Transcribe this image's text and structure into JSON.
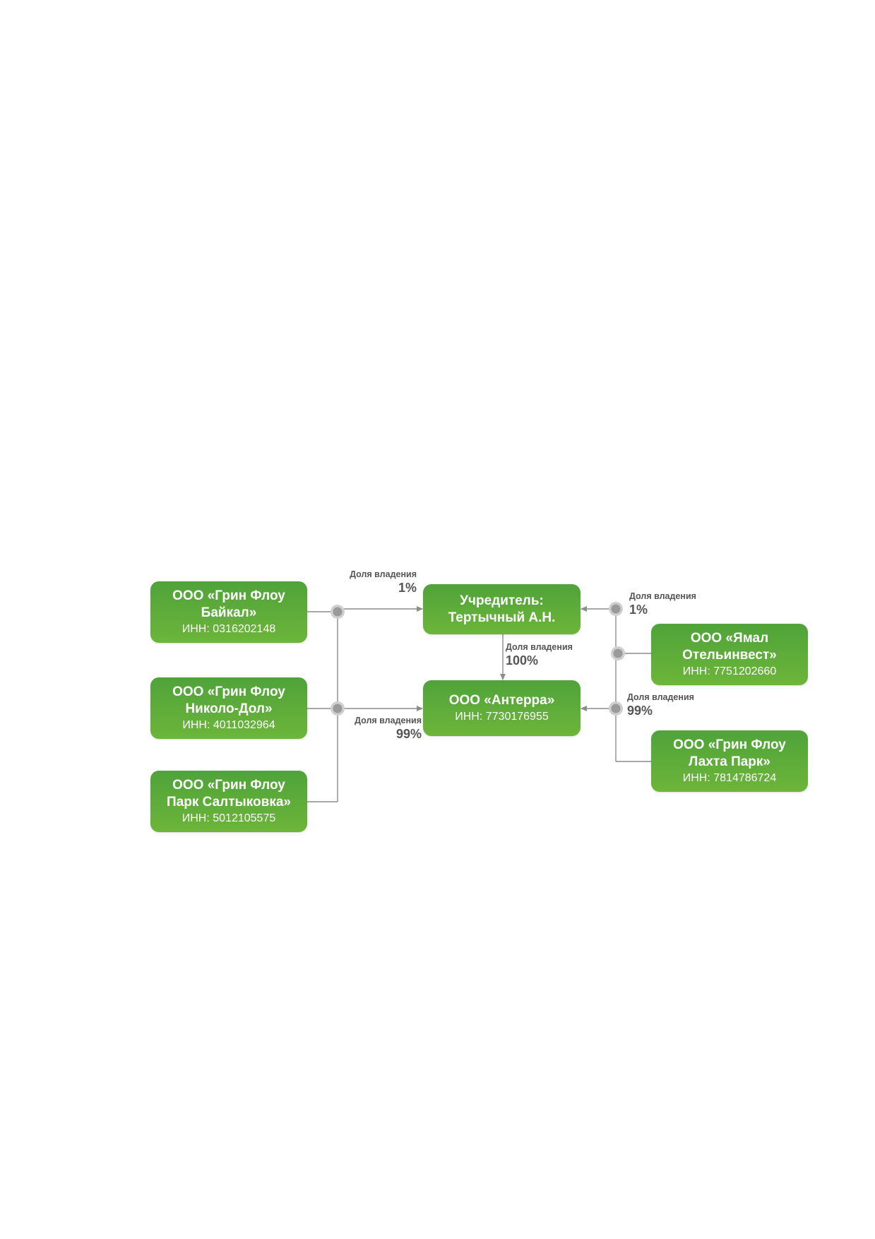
{
  "colors": {
    "box_fill": "#5aac3a",
    "line": "#8c8c8c",
    "dot": "#9a9a9a",
    "label_text": "#555555"
  },
  "nodes": {
    "baikal": {
      "name": "ООО «Грин Флоу\nБайкал»",
      "inn": "ИНН: 0316202148"
    },
    "nikolo": {
      "name": "ООО «Грин Флоу\nНиколо-Дол»",
      "inn": "ИНН: 4011032964"
    },
    "saltykovka": {
      "name": "ООО «Грин Флоу\nПарк Салтыковка»",
      "inn": "ИНН: 5012105575"
    },
    "founder": {
      "name": "Учредитель:\nТертычный А.Н.",
      "inn": ""
    },
    "anterra": {
      "name": "ООО «Антерра»",
      "inn": "ИНН: 7730176955"
    },
    "yamal": {
      "name": "ООО «Ямал\nОтельинвест»",
      "inn": "ИНН: 7751202660"
    },
    "lakhta": {
      "name": "ООО «Грин Флоу\nЛахта Парк»",
      "inn": "ИНН: 7814786724"
    }
  },
  "labels": {
    "left_top": {
      "caption": "Доля владения",
      "value": "1%"
    },
    "left_bottom": {
      "caption": "Доля владения",
      "value": "99%"
    },
    "center": {
      "caption": "Доля владения",
      "value": "100%"
    },
    "right_top": {
      "caption": "Доля владения",
      "value": "1%"
    },
    "right_bottom": {
      "caption": "Доля владения",
      "value": "99%"
    }
  }
}
